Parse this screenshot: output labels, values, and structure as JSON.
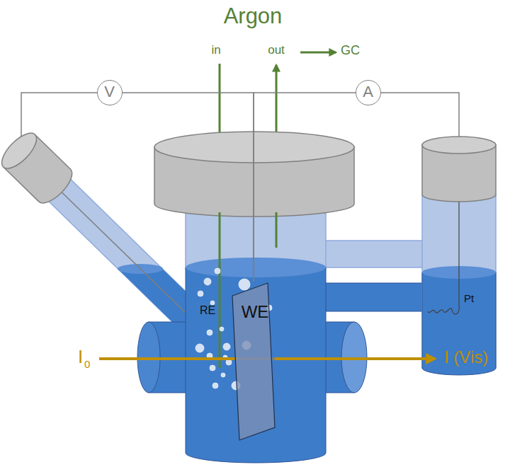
{
  "diagram": {
    "nodes": [
      {
        "text": [
          "V"
        ]
      },
      {
        "text": [
          "A"
        ]
      },
      {
        "text": [
          "WE"
        ]
      }
    ],
    "edges": [
      {
        "from": 0,
        "to": 2,
        "arrow": "none"
      },
      {
        "from": 1,
        "to": 2,
        "arrow": "none"
      }
    ],
    "labels": [
      "Argon",
      "in",
      "out",
      "GC",
      "RE",
      "Pt",
      "I",
      "0",
      "I (Vis)"
    ]
  }
}
